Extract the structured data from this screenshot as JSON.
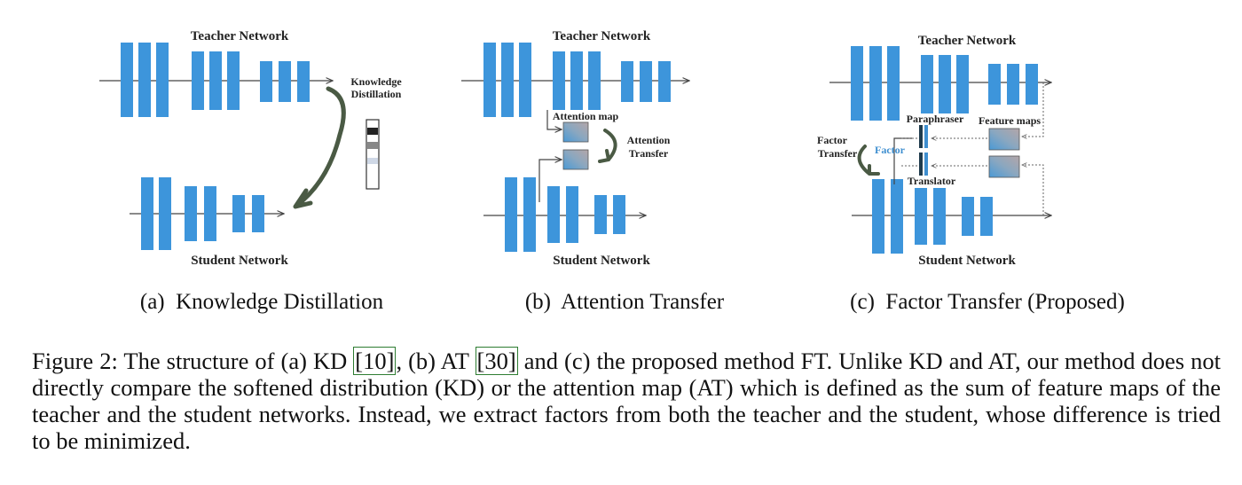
{
  "panels": {
    "a": {
      "teacher_label": "Teacher Network",
      "student_label": "Student Network",
      "method_label_line1": "Knowledge",
      "method_label_line2": "Distillation",
      "subcaption": "(a)  Knowledge Distillation"
    },
    "b": {
      "teacher_label": "Teacher Network",
      "student_label": "Student Network",
      "attention_map_label": "Attention map",
      "transfer_label_line1": "Attention",
      "transfer_label_line2": "Transfer",
      "subcaption": "(b)  Attention Transfer"
    },
    "c": {
      "teacher_label": "Teacher Network",
      "student_label": "Student Network",
      "paraphraser_label": "Paraphraser",
      "translator_label": "Translator",
      "feature_maps_label": "Feature maps",
      "factor_label": "Factor",
      "transfer_label_line1": "Factor",
      "transfer_label_line2": "Transfer",
      "subcaption": "(c)  Factor Transfer (Proposed)"
    }
  },
  "caption": {
    "prefix": "Figure 2: The structure of (a) KD ",
    "ref1": "[10]",
    "mid1": ", (b) AT ",
    "ref2": "[30]",
    "rest": " and (c) the proposed method FT. Unlike KD and AT, our method does not directly compare the softened distribution (KD) or the attention map (AT) which is defined as the sum of feature maps of the teacher and the student networks. Instead, we extract factors from both the teacher and the student, whose difference is tried to be minimized."
  },
  "colors": {
    "layer_blue": "#3d95db",
    "arrow_green": "#4a5a44",
    "factor_blue": "#3f8fd0",
    "paraphraser_dark": "#1f3b4d"
  }
}
